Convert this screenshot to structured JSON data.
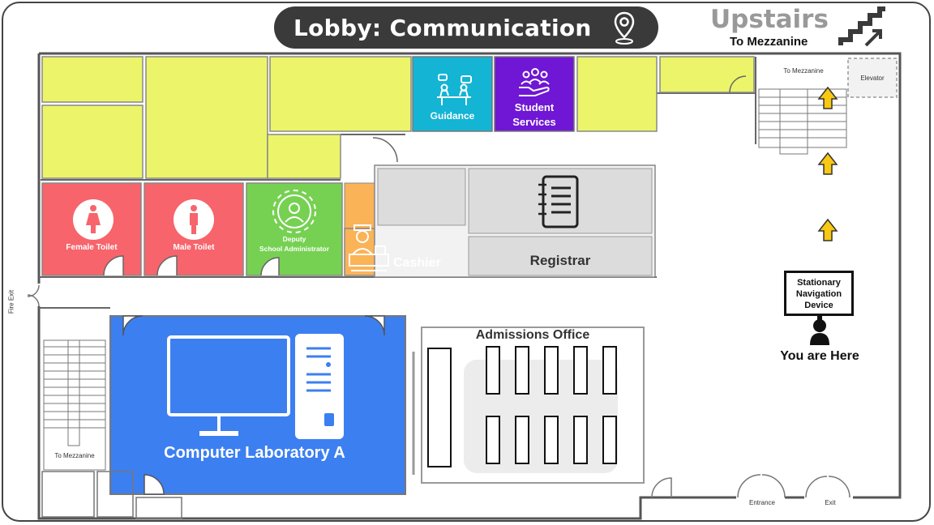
{
  "header": {
    "title": "Lobby: Communication",
    "location_icon": "map-pin-icon"
  },
  "upstairs": {
    "title": "Upstairs",
    "subtitle": "To Mezzanine",
    "icon": "stairs-up-icon"
  },
  "rooms": {
    "guidance": "Guidance",
    "student_services_1": "Student",
    "student_services_2": "Services",
    "female_toilet": "Female Toilet",
    "male_toilet": "Male Toilet",
    "deputy_1": "Deputy",
    "deputy_2": "School Administrator",
    "cashier": "Cashier",
    "registrar": "Registrar",
    "admissions": "Admissions Office",
    "computer_lab": "Computer Laboratory A",
    "elevator": "Elevator"
  },
  "labels": {
    "to_mezzanine_top": "To Mezzanine",
    "to_mezzanine_bottom": "To Mezzanine",
    "fire_exit": "Fire Exit",
    "entrance": "Entrance",
    "exit": "Exit"
  },
  "kiosk": {
    "line1": "Stationary",
    "line2": "Navigation",
    "line3": "Device"
  },
  "you_are_here": "You are Here",
  "colors": {
    "yellow_room": "#ecf56a",
    "guidance": "#13b4d4",
    "student_services": "#6f17d4",
    "toilet": "#f7646b",
    "deputy": "#76d152",
    "cashier": "#fbb357",
    "registrar": "#dcdcdc",
    "computer_lab": "#3c7ff1",
    "arrow": "#f8c812"
  }
}
